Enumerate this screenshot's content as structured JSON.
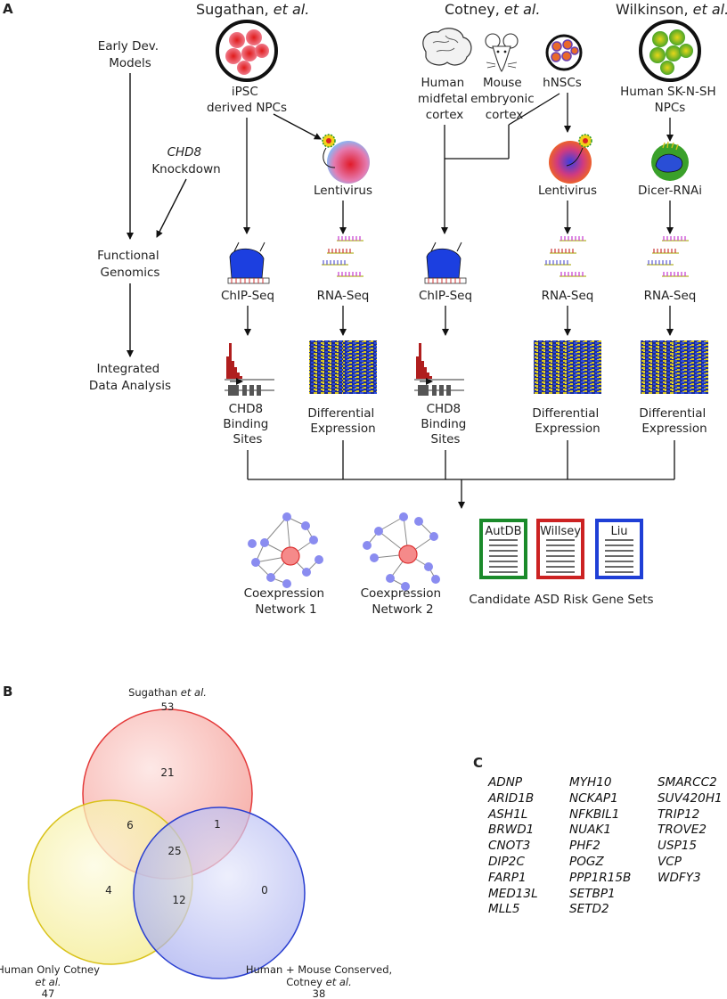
{
  "panels": {
    "a": "A",
    "b": "B",
    "c": "C"
  },
  "studies": {
    "sugathan": {
      "name": "Sugathan, ",
      "etal": "et al."
    },
    "cotney": {
      "name": "Cotney, ",
      "etal": "et al."
    },
    "wilkinson": {
      "name": "Wilkinson, ",
      "etal": "et al."
    }
  },
  "left_flow": {
    "early": [
      "Early Dev.",
      "Models"
    ],
    "knockdown_gene": "CHD8",
    "knockdown": "Knockdown",
    "functional": [
      "Functional",
      "Genomics"
    ],
    "integrated": [
      "Integrated",
      "Data Analysis"
    ]
  },
  "models": {
    "ipsc": [
      "iPSC",
      "derived NPCs"
    ],
    "human_cortex": [
      "Human",
      "midfetal",
      "cortex"
    ],
    "mouse_cortex": [
      "Mouse",
      "embryonic",
      "cortex"
    ],
    "hnsc": "hNSCs",
    "sksh": [
      "Human SK-N-SH",
      "NPCs"
    ]
  },
  "methods": {
    "lentivirus": "Lentivirus",
    "dicer": "Dicer-RNAi",
    "chip": "ChIP-Seq",
    "rna": "RNA-Seq"
  },
  "outputs": {
    "binding": [
      "CHD8",
      "Binding",
      "Sites"
    ],
    "diffexp": [
      "Differential",
      "Expression"
    ]
  },
  "networks": {
    "n1": [
      "Coexpression",
      "Network 1"
    ],
    "n2": [
      "Coexpression",
      "Network 2"
    ]
  },
  "gene_sets": {
    "autdb": "AutDB",
    "willsey": "Willsey",
    "liu": "Liu",
    "caption": "Candidate ASD Risk Gene Sets"
  },
  "colors": {
    "autdb": "#1a8a2a",
    "willsey": "#cc2222",
    "liu": "#1f3fd6",
    "red_circle": "#e43a3a",
    "yellow_circle": "#d9c21a",
    "blue_circle": "#2a3fd0"
  },
  "venn": {
    "sugathan_label": "Sugathan ",
    "sugathan_etal": "et al.",
    "sugathan_total": "53",
    "human_label": "Human Only Cotney",
    "human_etal": "et al.",
    "human_total": "47",
    "mouse_label": "Human + Mouse Conserved,",
    "mouse_label2": "Cotney ",
    "mouse_etal": "et al.",
    "mouse_total": "38",
    "regions": {
      "only_sugathan": "21",
      "sugathan_human": "6",
      "sugathan_mouse": "1",
      "all_three": "25",
      "only_human": "4",
      "human_mouse": "12",
      "only_mouse": "0"
    }
  },
  "genes": {
    "col1": [
      "ADNP",
      "ARID1B",
      "ASH1L",
      "BRWD1",
      "CNOT3",
      "DIP2C",
      "FARP1",
      "MED13L",
      "MLL5"
    ],
    "col2": [
      "MYH10",
      "NCKAP1",
      "NFKBIL1",
      "NUAK1",
      "PHF2",
      "POGZ",
      "PPP1R15B",
      "SETBP1",
      "SETD2"
    ],
    "col3": [
      "SMARCC2",
      "SUV420H1",
      "TRIP12",
      "TROVE2",
      "USP15",
      "VCP",
      "WDFY3"
    ]
  }
}
